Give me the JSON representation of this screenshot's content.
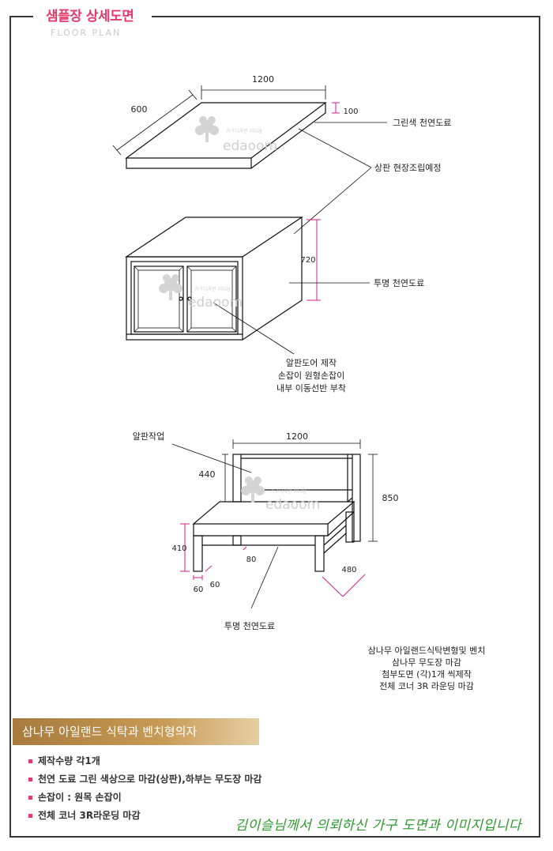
{
  "header": {
    "title": "샘플장 상세도면",
    "subtitle": "FLOOR PLAN"
  },
  "watermark": {
    "brand": "edaoom",
    "tagline": "가구디자인 이다움"
  },
  "top_panel": {
    "width": "1200",
    "depth": "600",
    "thickness": "100",
    "label_color": "그린색 천연도료",
    "label_assembly": "상판 현장조립예정"
  },
  "cabinet": {
    "height": "720",
    "label_finish": "투명 천연도료",
    "door_note": [
      "알판도어 제작",
      "손잡이 원형손잡이",
      "내부 이동선반 부착"
    ]
  },
  "bench": {
    "label_panel": "알판작업",
    "width": "1200",
    "back_height": "440",
    "total_height": "850",
    "seat_height": "410",
    "leg_gap": "80",
    "leg_w": "60",
    "leg_d": "60",
    "depth": "480",
    "label_finish": "투명 천연도료"
  },
  "notes": [
    "삼나무 아일랜드식탁변형및 벤치",
    "삼나무 무도장 마감",
    "첨부도면 (각)1개 씩제작",
    "전체 코너 3R 라운딩 마감"
  ],
  "product": {
    "name": "삼나무 아일랜드 식탁과 벤치형의자"
  },
  "specs": [
    "제작수량  각1개",
    "천연 도료 그린 색상으로 마감(상판),하부는 무도장 마감",
    "손잡이 : 원목 손잡이",
    "전체 코너 3R라운딩 마감"
  ],
  "footer": "김이슬님께서 의뢰하신 가구 도면과 이미지입니다",
  "colors": {
    "accent": "#e8396b",
    "dimension": "#d0208a",
    "footer_text": "#2e9a2e",
    "band": "#b88a48"
  }
}
